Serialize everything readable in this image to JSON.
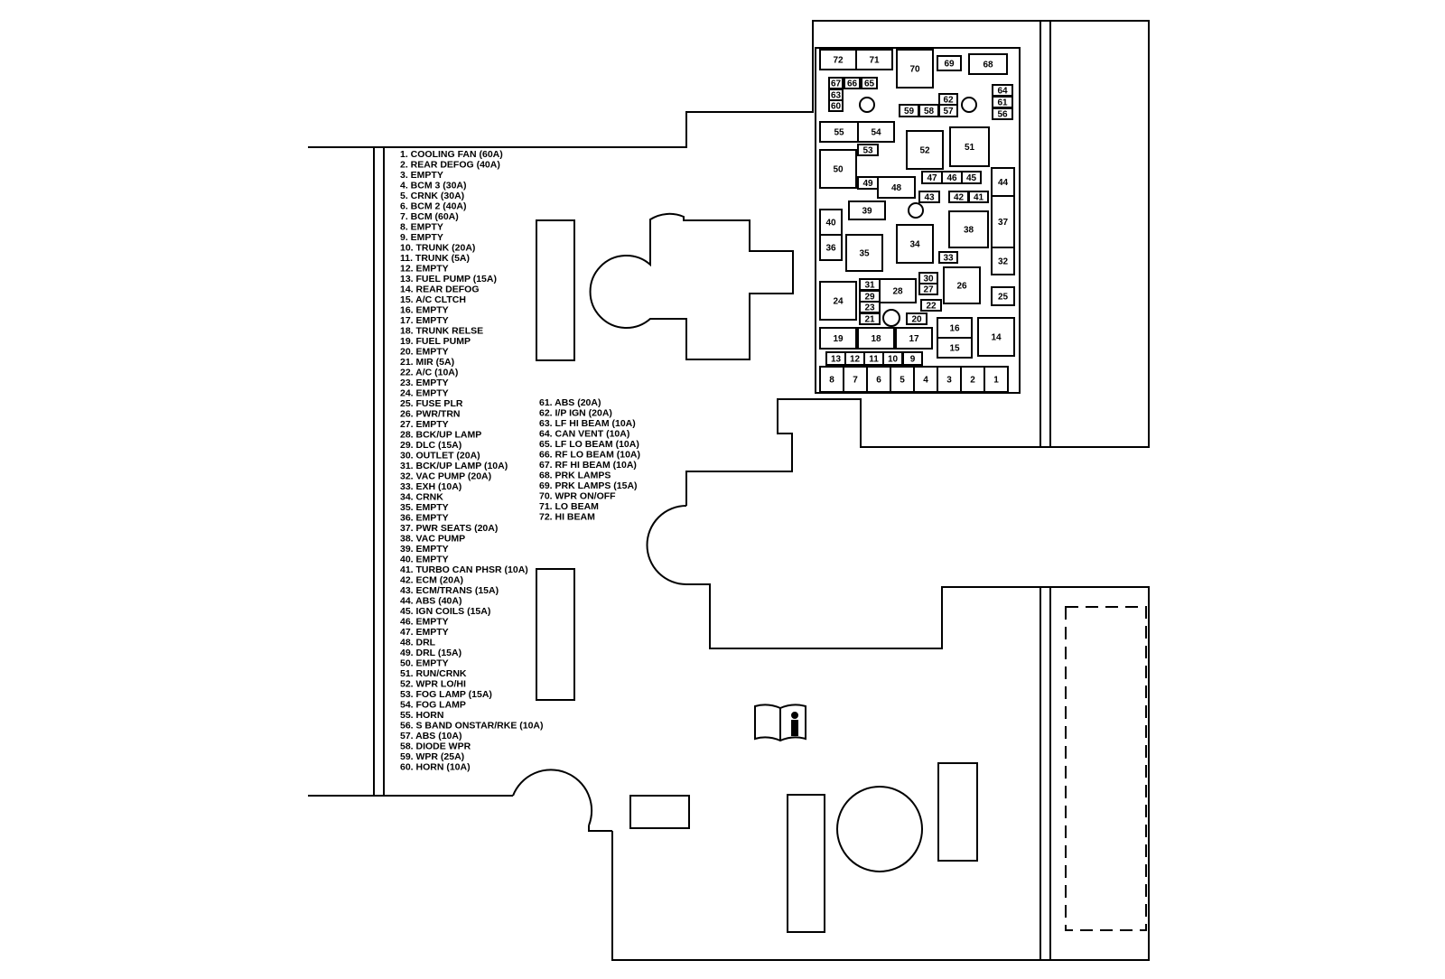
{
  "legend": {
    "left": [
      "1.   COOLING FAN (60A)",
      "2.   REAR DEFOG  (40A)",
      "3.   EMPTY",
      "4.   BCM 3  (30A)",
      "5.   CRNK (30A)",
      "6.   BCM  2  (40A)",
      "7.   BCM  (60A)",
      "8.   EMPTY",
      "9.   EMPTY",
      "10.  TRUNK  (20A)",
      "11.  TRUNK  (5A)",
      "12.  EMPTY",
      "13.  FUEL PUMP  (15A)",
      "14.  REAR  DEFOG",
      "15.  A/C CLTCH",
      "16.  EMPTY",
      "17.  EMPTY",
      "18.  TRUNK RELSE",
      "19.  FUEL  PUMP",
      "20.  EMPTY",
      "21.  MIR  (5A)",
      "22.  A/C  (10A)",
      "23.  EMPTY",
      "24.  EMPTY",
      "25.  FUSE  PLR",
      "26.  PWR/TRN",
      "27.  EMPTY",
      "28.  BCK/UP LAMP",
      "29.  DLC  (15A)",
      "30.  OUTLET (20A)",
      "31.  BCK/UP LAMP (10A)",
      "32.  VAC PUMP (20A)",
      "33.  EXH (10A)",
      "34.  CRNK",
      "35.  EMPTY",
      "36.  EMPTY",
      "37.  PWR SEATS (20A)",
      "38.  VAC PUMP",
      "39.  EMPTY",
      "40.  EMPTY",
      "41.  TURBO CAN PHSR (10A)",
      "42.  ECM (20A)",
      "43.  ECM/TRANS (15A)",
      "44.  ABS (40A)",
      "45.  IGN COILS (15A)",
      "46.  EMPTY",
      "47.  EMPTY",
      "48.  DRL",
      "49.  DRL (15A)",
      "50.  EMPTY",
      "51.  RUN/CRNK",
      "52.  WPR LO/HI",
      "53.  FOG  LAMP  (15A)",
      "54.  FOG  LAMP",
      "55.  HORN",
      "56.  S BAND ONSTAR/RKE (10A)",
      "57.  ABS  (10A)",
      "58.  DIODE  WPR",
      "59.  WPR  (25A)",
      "60.  HORN  (10A)"
    ],
    "right": [
      "61.  ABS (20A)",
      "62.  I/P  IGN (20A)",
      "63.  LF  HI  BEAM (10A)",
      "64.  CAN  VENT (10A)",
      "65.  LF  LO  BEAM (10A)",
      "66.  RF  LO  BEAM (10A)",
      "67.  RF  HI  BEAM (10A)",
      "68.  PRK  LAMPS",
      "69.  PRK  LAMPS (15A)",
      "70.  WPR ON/OFF",
      "71.  LO BEAM",
      "72.  HI BEAM"
    ]
  },
  "fuses": {
    "f1": "1",
    "f2": "2",
    "f3": "3",
    "f4": "4",
    "f5": "5",
    "f6": "6",
    "f7": "7",
    "f8": "8",
    "f9": "9",
    "f10": "10",
    "f11": "11",
    "f12": "12",
    "f13": "13",
    "f14": "14",
    "f15": "15",
    "f16": "16",
    "f17": "17",
    "f18": "18",
    "f19": "19",
    "f20": "20",
    "f21": "21",
    "f22": "22",
    "f23": "23",
    "f24": "24",
    "f25": "25",
    "f26": "26",
    "f27": "27",
    "f28": "28",
    "f29": "29",
    "f30": "30",
    "f31": "31",
    "f32": "32",
    "f33": "33",
    "f34": "34",
    "f35": "35",
    "f36": "36",
    "f37": "37",
    "f38": "38",
    "f39": "39",
    "f40": "40",
    "f41": "41",
    "f42": "42",
    "f43": "43",
    "f44": "44",
    "f45": "45",
    "f46": "46",
    "f47": "47",
    "f48": "48",
    "f49": "49",
    "f50": "50",
    "f51": "51",
    "f52": "52",
    "f53": "53",
    "f54": "54",
    "f55": "55",
    "f56": "56",
    "f57": "57",
    "f58": "58",
    "f59": "59",
    "f60": "60",
    "f61": "61",
    "f62": "62",
    "f63": "63",
    "f64": "64",
    "f65": "65",
    "f66": "66",
    "f67": "67",
    "f68": "68",
    "f69": "69",
    "f70": "70",
    "f71": "71",
    "f72": "72"
  },
  "icons": {
    "info": "info-book-icon"
  }
}
